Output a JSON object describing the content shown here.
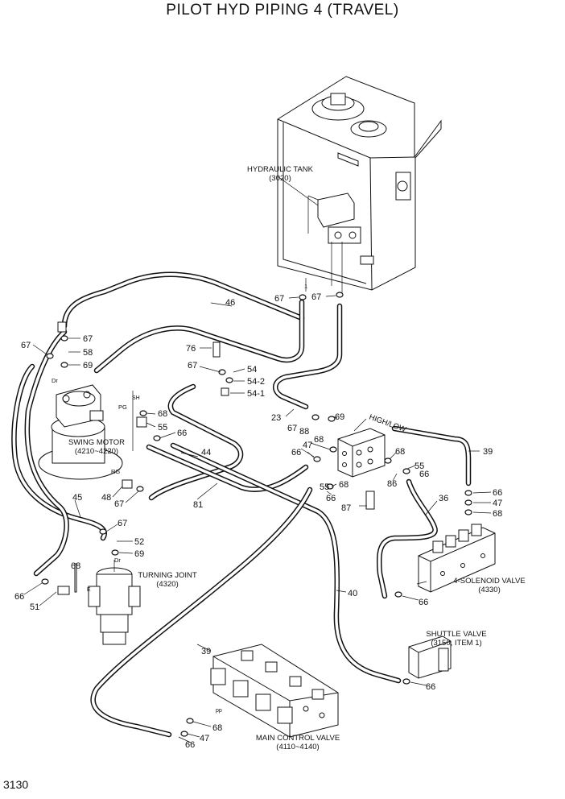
{
  "title": "PILOT HYD PIPING 4 (TRAVEL)",
  "page_number": "3130",
  "components": {
    "hydraulic_tank": {
      "name": "HYDRAULIC TANK",
      "ref": "(3020)"
    },
    "swing_motor": {
      "name": "SWING MOTOR",
      "ref": "(4210~4220)"
    },
    "turning_joint": {
      "name": "TURNING JOINT",
      "ref": "(4320)"
    },
    "solenoid_valve": {
      "name": "4-SOLENOID VALVE",
      "ref": "(4330)"
    },
    "shuttle_valve": {
      "name": "SHUTTLE VALVE",
      "ref": "(3150, ITEM 1)"
    },
    "main_control_valve": {
      "name": "MAIN CONTROL VALVE",
      "ref": "(4110~4140)"
    }
  },
  "port_labels": {
    "dr1": "Dr",
    "sh": "SH",
    "pg": "PG",
    "rg": "RG",
    "dr2": "Dr",
    "e": "E",
    "one": "1",
    "pp": "pp",
    "high_low": "HIGH/LOW"
  },
  "part_numbers": {
    "p46": "46",
    "p67a": "67",
    "p67b": "67",
    "p67c": "67",
    "p58": "58",
    "p67d": "67",
    "p69a": "69",
    "p76": "76",
    "p67e": "67",
    "p54": "54",
    "p54_2": "54-2",
    "p54_1": "54-1",
    "p68a": "68",
    "p55a": "55",
    "p66a": "66",
    "p23": "23",
    "p67f": "67",
    "p88": "88",
    "p69b": "69",
    "p47a": "47",
    "p68b": "68",
    "p66b": "66",
    "p44": "44",
    "p68c": "68",
    "p55b": "55",
    "p66c": "66",
    "p86": "86",
    "p39a": "39",
    "p55c": "55",
    "p66d": "66",
    "p68d": "68",
    "p87": "87",
    "p48": "48",
    "p67g": "67",
    "p81": "81",
    "p45": "45",
    "p66e": "66",
    "p47b": "47",
    "p68e": "68",
    "p36": "36",
    "p67h": "67",
    "p52": "52",
    "p69c": "69",
    "p68f": "68",
    "p66f": "66",
    "p51": "51",
    "p40": "40",
    "p66g": "66",
    "p66h": "66",
    "p39b": "39",
    "p68g": "68",
    "p47c": "47",
    "p66i": "66"
  }
}
